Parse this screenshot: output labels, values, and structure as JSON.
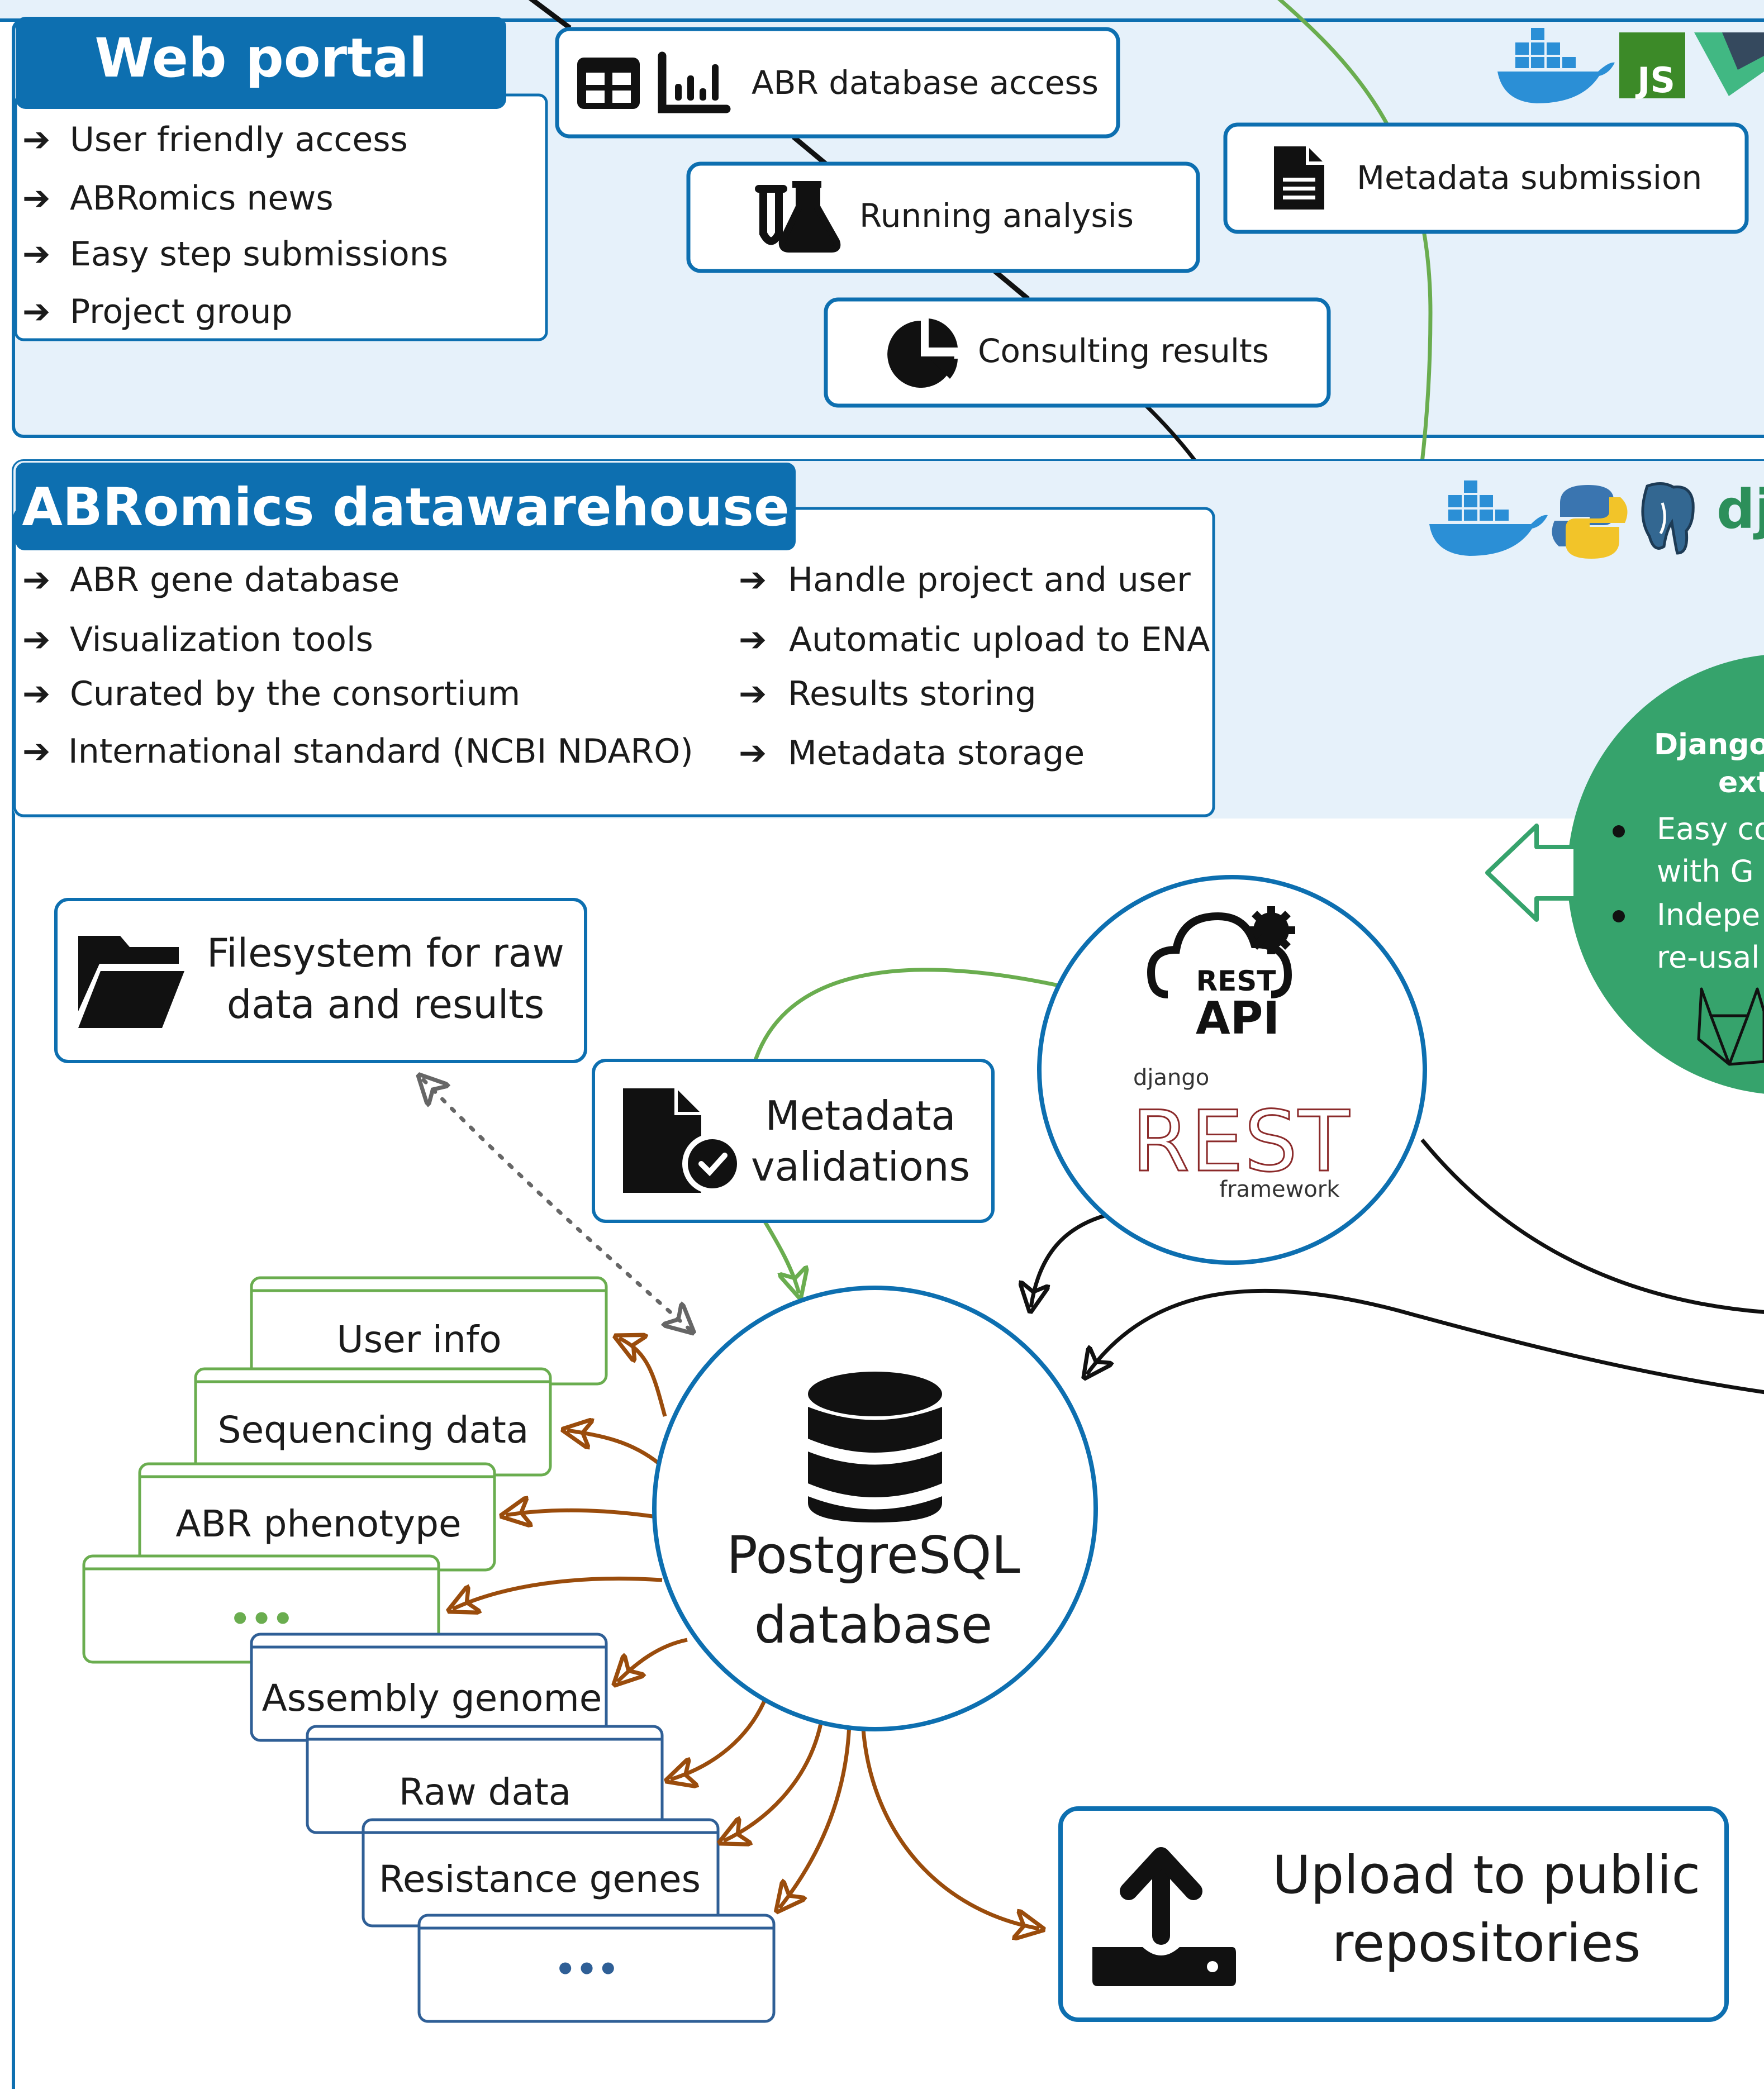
{
  "colors": {
    "blue": "#0d6fb0",
    "panel_bg": "#e6f1fa",
    "green_line": "#6aad4f",
    "green_card": "#36a36c",
    "brown": "#9a4c0c",
    "text": "#1b1b1b"
  },
  "web_portal": {
    "title": "Web portal",
    "features": [
      "User friendly access",
      "ABRomics news",
      "Easy step submissions",
      "Project group"
    ],
    "actions": {
      "db_access": "ABR database access",
      "running": "Running analysis",
      "metadata_submission": "Metadata submission",
      "consulting": "Consulting results"
    },
    "tech_icons": [
      "docker-icon",
      "javascript-icon",
      "vue-icon"
    ],
    "js_badge": "JS"
  },
  "datawarehouse": {
    "title": "ABRomics datawarehouse",
    "features_left": [
      "ABR gene database",
      "Visualization tools",
      "Curated by the consortium",
      "International standard (NCBI NDARO)"
    ],
    "features_right": [
      "Handle project and user",
      "Automatic upload to ENA",
      "Results storing",
      "Metadata storage"
    ],
    "tech_icons": [
      "docker-icon",
      "python-icon",
      "postgresql-icon",
      "django-icon"
    ],
    "django_partial": "dj"
  },
  "django_card": {
    "title_line1": "Django",
    "title_line2": "ext",
    "bullet1_line1": "Easy co",
    "bullet1_line2": "with G",
    "bullet2_line1": "Indepe",
    "bullet2_line2": "re-usal"
  },
  "rest_api": {
    "label_top": "REST",
    "label_bottom": "API",
    "drf_top": "django",
    "drf_main": "REST",
    "drf_bottom": "framework"
  },
  "filesystem": {
    "line1": "Filesystem for raw",
    "line2": "data and results"
  },
  "metadata_validations": {
    "line1": "Metadata",
    "line2": "validations"
  },
  "database": {
    "line1": "PostgreSQL",
    "line2": "database"
  },
  "tables_green": [
    "User info",
    "Sequencing data",
    "ABR phenotype",
    "•••"
  ],
  "tables_blue": [
    "Assembly genome",
    "Raw data",
    "Resistance genes",
    "•••"
  ],
  "upload": {
    "line1": "Upload to public",
    "line2": "repositories"
  }
}
